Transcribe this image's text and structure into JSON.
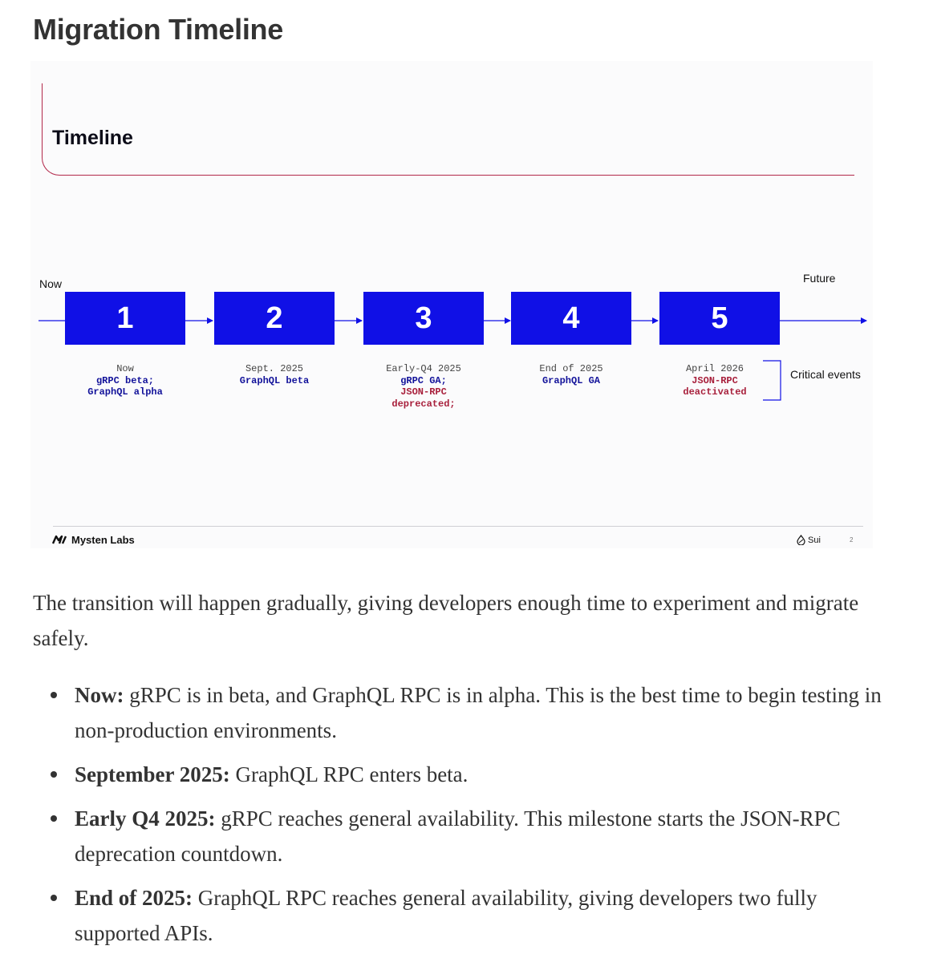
{
  "page_title": "Migration Timeline",
  "slide": {
    "heading": "Timeline",
    "start_label": "Now",
    "end_label": "Future",
    "critical_label": "Critical events",
    "brand": "Mysten Labs",
    "sui_label": "Sui",
    "slide_number": "2",
    "colors": {
      "step_box": "#1010e6",
      "frame": "#b2284a",
      "critical_text": "#a8203c",
      "normal_text": "#12129a"
    },
    "steps": [
      {
        "number": "1",
        "date": "Now",
        "lines": [
          "gRPC beta;",
          "GraphQL alpha"
        ],
        "critical": []
      },
      {
        "number": "2",
        "date": "Sept. 2025",
        "lines": [
          "GraphQL beta"
        ],
        "critical": []
      },
      {
        "number": "3",
        "date": "Early-Q4 2025",
        "lines": [
          "gRPC GA;"
        ],
        "critical": [
          "JSON-RPC",
          "deprecated;"
        ]
      },
      {
        "number": "4",
        "date": "End of 2025",
        "lines": [
          "GraphQL GA"
        ],
        "critical": []
      },
      {
        "number": "5",
        "date": "April 2026",
        "lines": [],
        "critical": [
          "JSON-RPC",
          "deactivated"
        ]
      }
    ]
  },
  "intro": "The transition will happen gradually, giving developers enough time to experiment and migrate safely.",
  "milestones": [
    {
      "label": "Now:",
      "text": " gRPC is in beta, and GraphQL RPC is in alpha. This is the best time to begin testing in non-production environments."
    },
    {
      "label": "September 2025:",
      "text": " GraphQL RPC enters beta."
    },
    {
      "label": "Early Q4 2025:",
      "text": " gRPC reaches general availability. This milestone starts the JSON-RPC deprecation countdown."
    },
    {
      "label": "End of 2025:",
      "text": " GraphQL RPC reaches general availability, giving developers two fully supported APIs."
    }
  ]
}
